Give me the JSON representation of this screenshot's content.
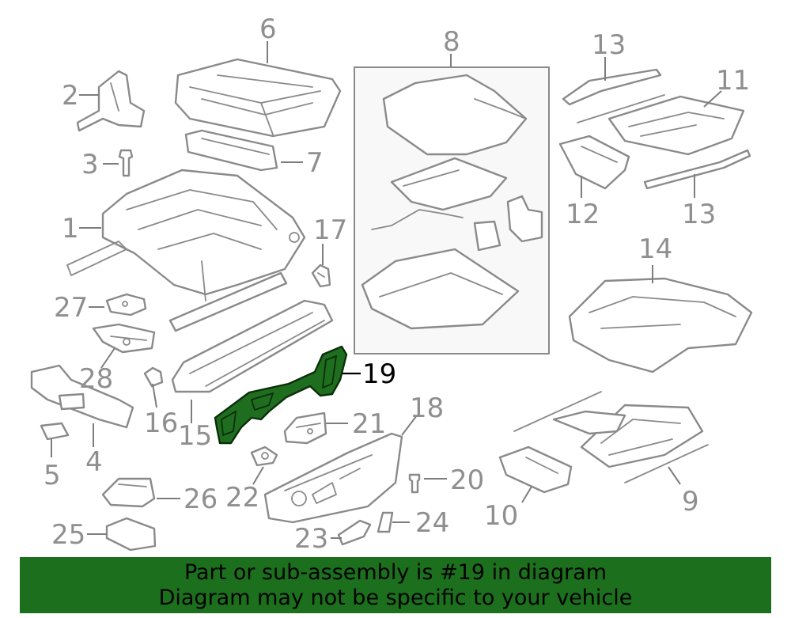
{
  "diagram": {
    "highlight_color": "#1f6e1f",
    "callouts": [
      {
        "id": "1",
        "label": "1"
      },
      {
        "id": "2",
        "label": "2"
      },
      {
        "id": "3",
        "label": "3"
      },
      {
        "id": "4",
        "label": "4"
      },
      {
        "id": "5",
        "label": "5"
      },
      {
        "id": "6",
        "label": "6"
      },
      {
        "id": "7",
        "label": "7"
      },
      {
        "id": "8",
        "label": "8"
      },
      {
        "id": "9",
        "label": "9"
      },
      {
        "id": "10",
        "label": "10"
      },
      {
        "id": "11",
        "label": "11"
      },
      {
        "id": "12",
        "label": "12"
      },
      {
        "id": "13a",
        "label": "13"
      },
      {
        "id": "13b",
        "label": "13"
      },
      {
        "id": "14",
        "label": "14"
      },
      {
        "id": "15",
        "label": "15"
      },
      {
        "id": "16",
        "label": "16"
      },
      {
        "id": "17",
        "label": "17"
      },
      {
        "id": "18",
        "label": "18"
      },
      {
        "id": "19",
        "label": "19"
      },
      {
        "id": "20",
        "label": "20"
      },
      {
        "id": "21",
        "label": "21"
      },
      {
        "id": "22",
        "label": "22"
      },
      {
        "id": "23",
        "label": "23"
      },
      {
        "id": "24",
        "label": "24"
      },
      {
        "id": "25",
        "label": "25"
      },
      {
        "id": "26",
        "label": "26"
      },
      {
        "id": "27",
        "label": "27"
      },
      {
        "id": "28",
        "label": "28"
      }
    ]
  },
  "banner": {
    "line1": "Part or sub-assembly is #19 in diagram",
    "line2": "Diagram may not be specific to your vehicle",
    "background": "#1c6f1c"
  }
}
